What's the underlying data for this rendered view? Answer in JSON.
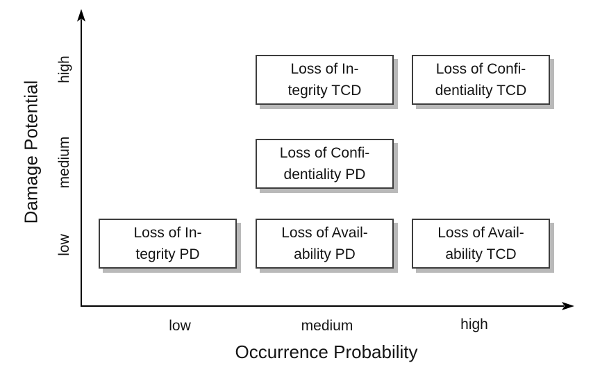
{
  "figure": {
    "background_color": "#ffffff",
    "axis_color": "#000000",
    "box_border_color": "#3d3d3d",
    "box_fill_color": "#ffffff",
    "box_shadow_color": "#b9b9b9",
    "text_color": "#141414"
  },
  "chart_data": {
    "type": "scatter",
    "title": "",
    "xlabel": "Occurrence Probability",
    "ylabel": "Damage Potential",
    "x_ticks": [
      "low",
      "medium",
      "high"
    ],
    "y_ticks": [
      "low",
      "medium",
      "high"
    ],
    "grid": false,
    "points": [
      {
        "label": "Loss of Integrity TCD",
        "lines": [
          "Loss of In-",
          "tegrity TCD"
        ],
        "x": "medium",
        "y": "high"
      },
      {
        "label": "Loss of Confidentiality TCD",
        "lines": [
          "Loss of Confi-",
          "dentiality TCD"
        ],
        "x": "high",
        "y": "high"
      },
      {
        "label": "Loss of Confidentiality PD",
        "lines": [
          "Loss of Confi-",
          "dentiality PD"
        ],
        "x": "medium",
        "y": "medium"
      },
      {
        "label": "Loss of Integrity PD",
        "lines": [
          "Loss of In-",
          "tegrity PD"
        ],
        "x": "low",
        "y": "low"
      },
      {
        "label": "Loss of Availability PD",
        "lines": [
          "Loss of Avail-",
          "ability PD"
        ],
        "x": "medium",
        "y": "low"
      },
      {
        "label": "Loss of Availability TCD",
        "lines": [
          "Loss of Avail-",
          "ability TCD"
        ],
        "x": "high",
        "y": "low"
      }
    ]
  }
}
